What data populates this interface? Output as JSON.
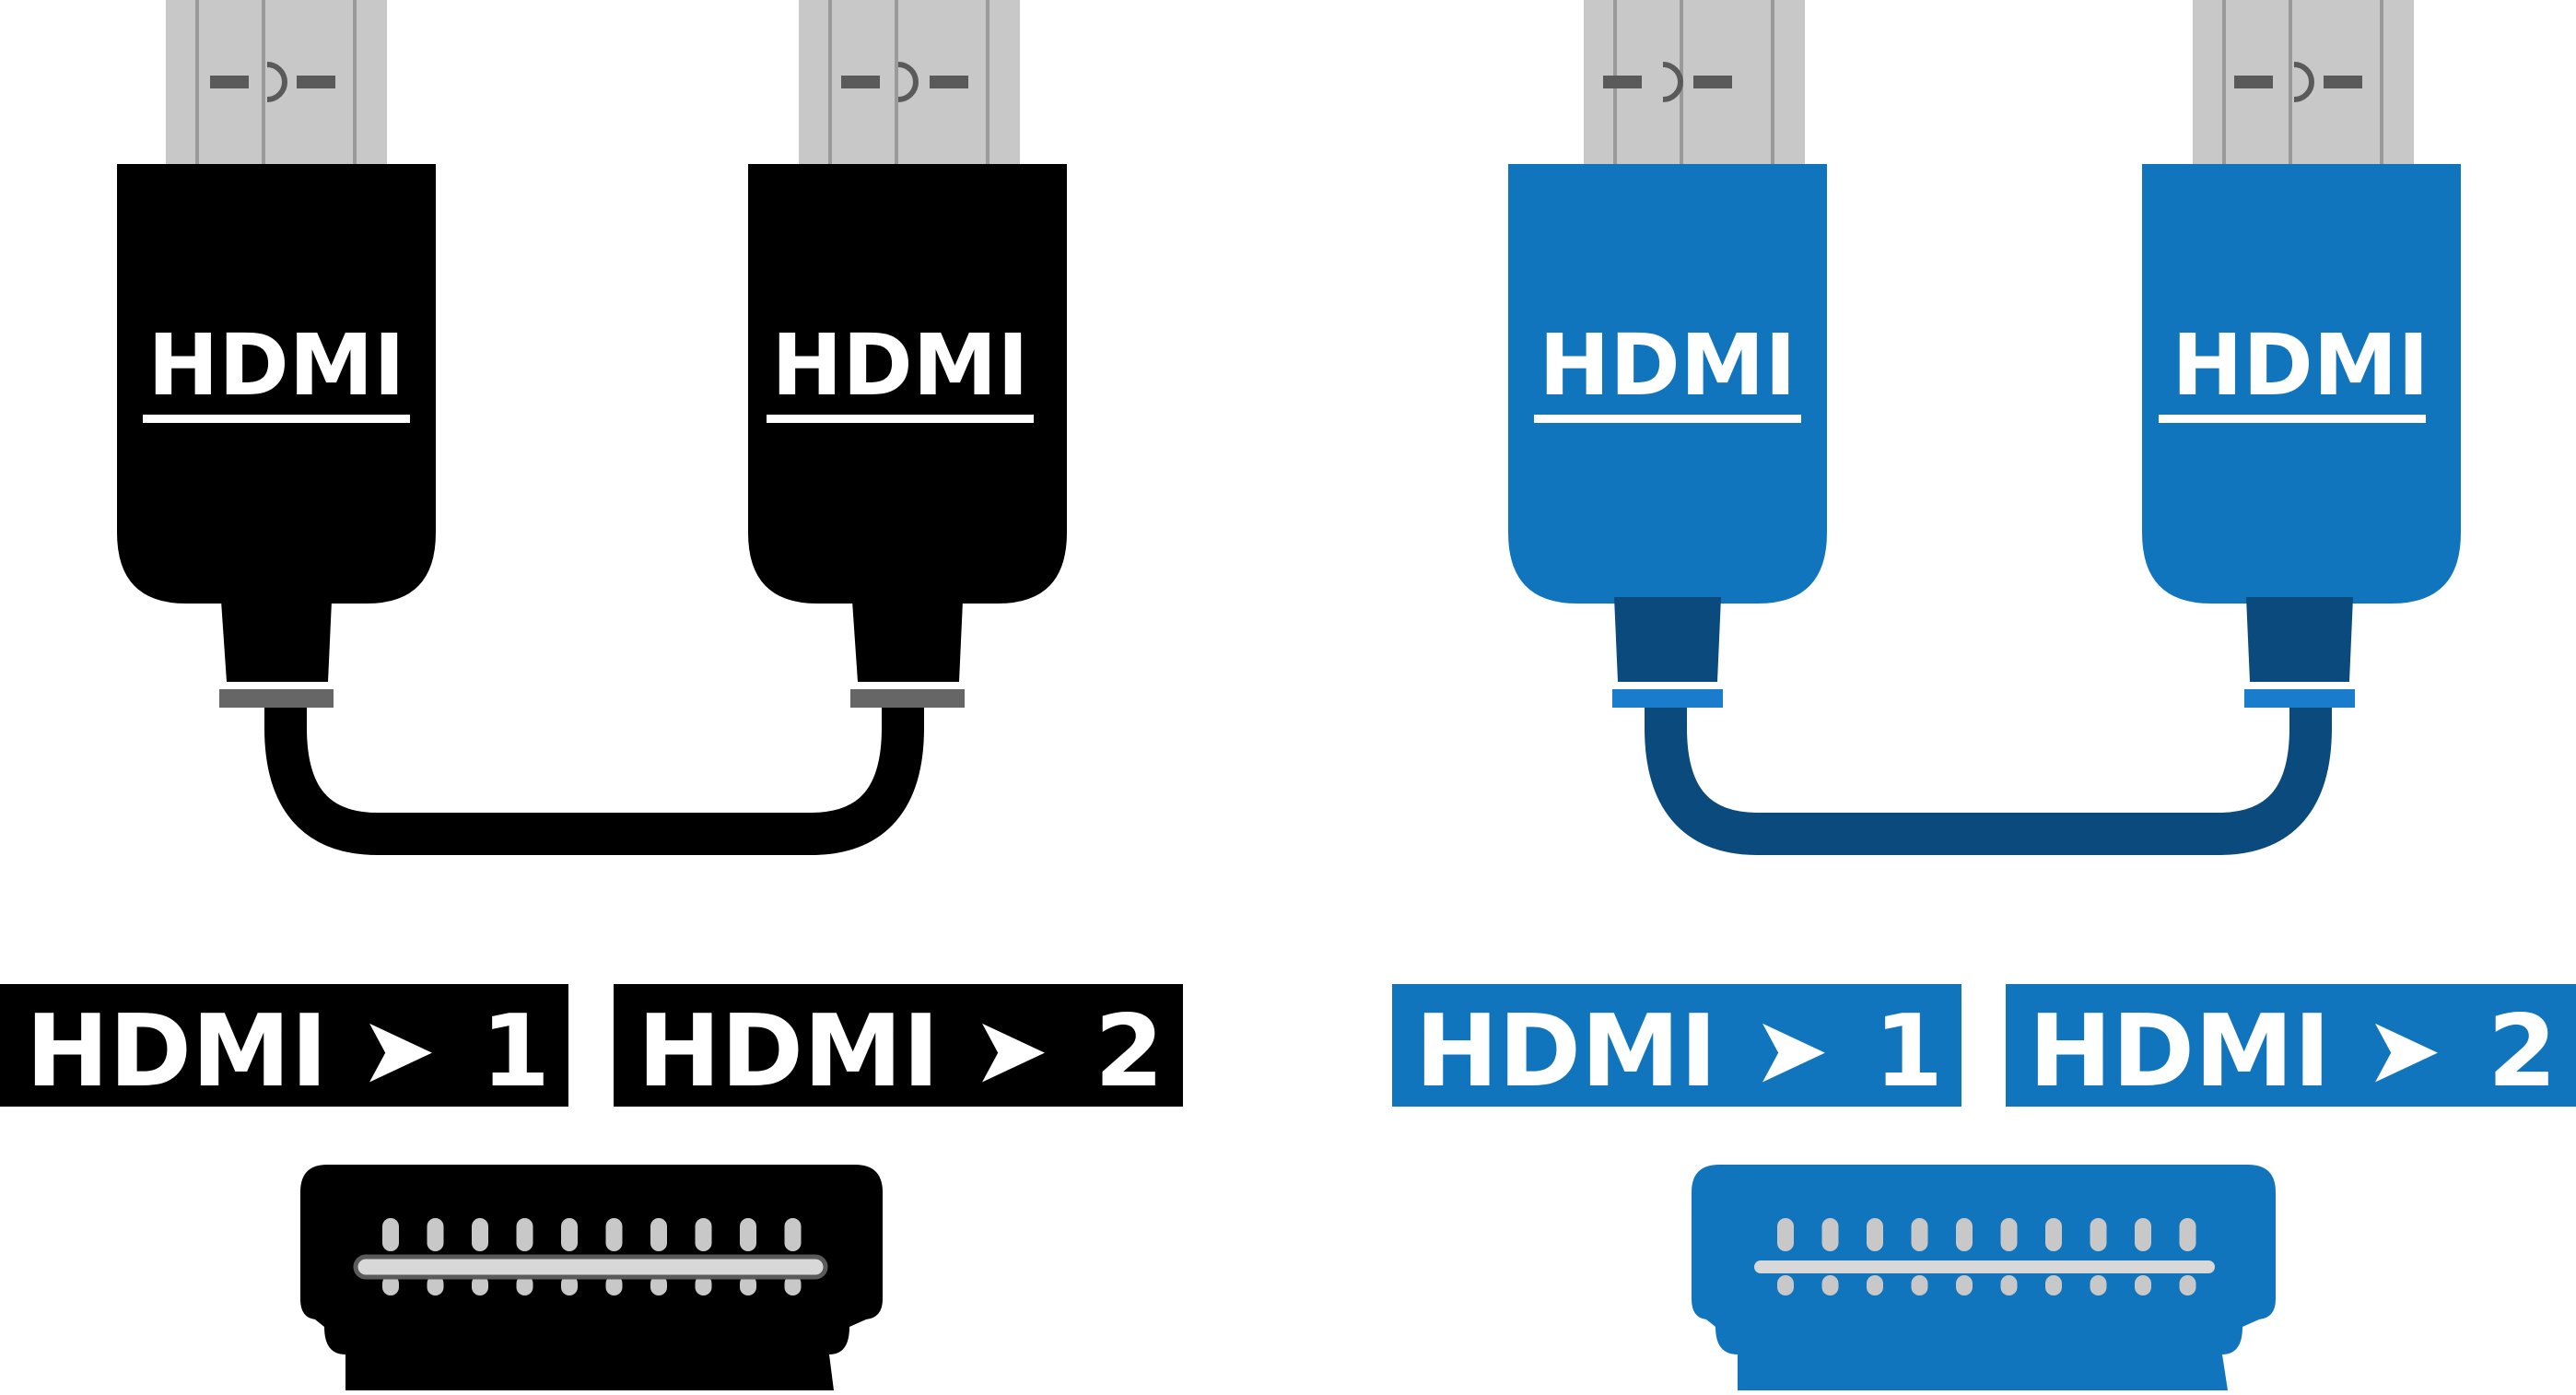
{
  "colors": {
    "background": "#ffffff",
    "metal": "#c8c8c8",
    "metal_dark": "#5a5a5a",
    "black_body": "#000000",
    "black_band": "#666666",
    "blue_body": "#1175bd",
    "blue_dark": "#0a4a7c",
    "blue_band": "#1a7ccc",
    "label_text": "#ffffff",
    "pin": "#c8c8c8"
  },
  "sets": [
    {
      "id": "black",
      "connector_labels": [
        "HDMI",
        "HDMI"
      ],
      "port_labels": [
        {
          "text": "HDMI",
          "arrow": "➤",
          "number": "1"
        },
        {
          "text": "HDMI",
          "arrow": "➤",
          "number": "2"
        }
      ]
    },
    {
      "id": "blue",
      "connector_labels": [
        "HDMI",
        "HDMI"
      ],
      "port_labels": [
        {
          "text": "HDMI",
          "arrow": "➤",
          "number": "1"
        },
        {
          "text": "HDMI",
          "arrow": "➤",
          "number": "2"
        }
      ]
    }
  ],
  "icons": [
    "hdmi-plug-icon",
    "hdmi-cable-icon",
    "hdmi-port-icon",
    "arrow-right-icon"
  ]
}
